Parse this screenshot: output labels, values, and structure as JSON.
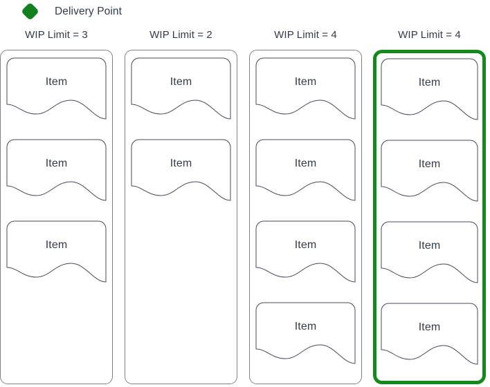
{
  "legend": {
    "icon": "green-diamond-icon",
    "label": "Delivery Point",
    "color": "#11811d"
  },
  "board": {
    "highlight_color": "#15891b",
    "card_border_color": "#434a54",
    "column_border_color": "#7c818a",
    "text_color": "#333b45",
    "columns": [
      {
        "header": "WIP Limit = 3",
        "wip_limit": 3,
        "highlighted": false,
        "cards": [
          {
            "label": "Item"
          },
          {
            "label": "Item"
          },
          {
            "label": "Item"
          }
        ]
      },
      {
        "header": "WIP Limit = 2",
        "wip_limit": 2,
        "highlighted": false,
        "cards": [
          {
            "label": "Item"
          },
          {
            "label": "Item"
          }
        ]
      },
      {
        "header": "WIP Limit = 4",
        "wip_limit": 4,
        "highlighted": false,
        "cards": [
          {
            "label": "Item"
          },
          {
            "label": "Item"
          },
          {
            "label": "Item"
          },
          {
            "label": "Item"
          }
        ]
      },
      {
        "header": "WIP Limit = 4",
        "wip_limit": 4,
        "highlighted": true,
        "cards": [
          {
            "label": "Item"
          },
          {
            "label": "Item"
          },
          {
            "label": "Item"
          },
          {
            "label": "Item"
          }
        ]
      }
    ]
  }
}
